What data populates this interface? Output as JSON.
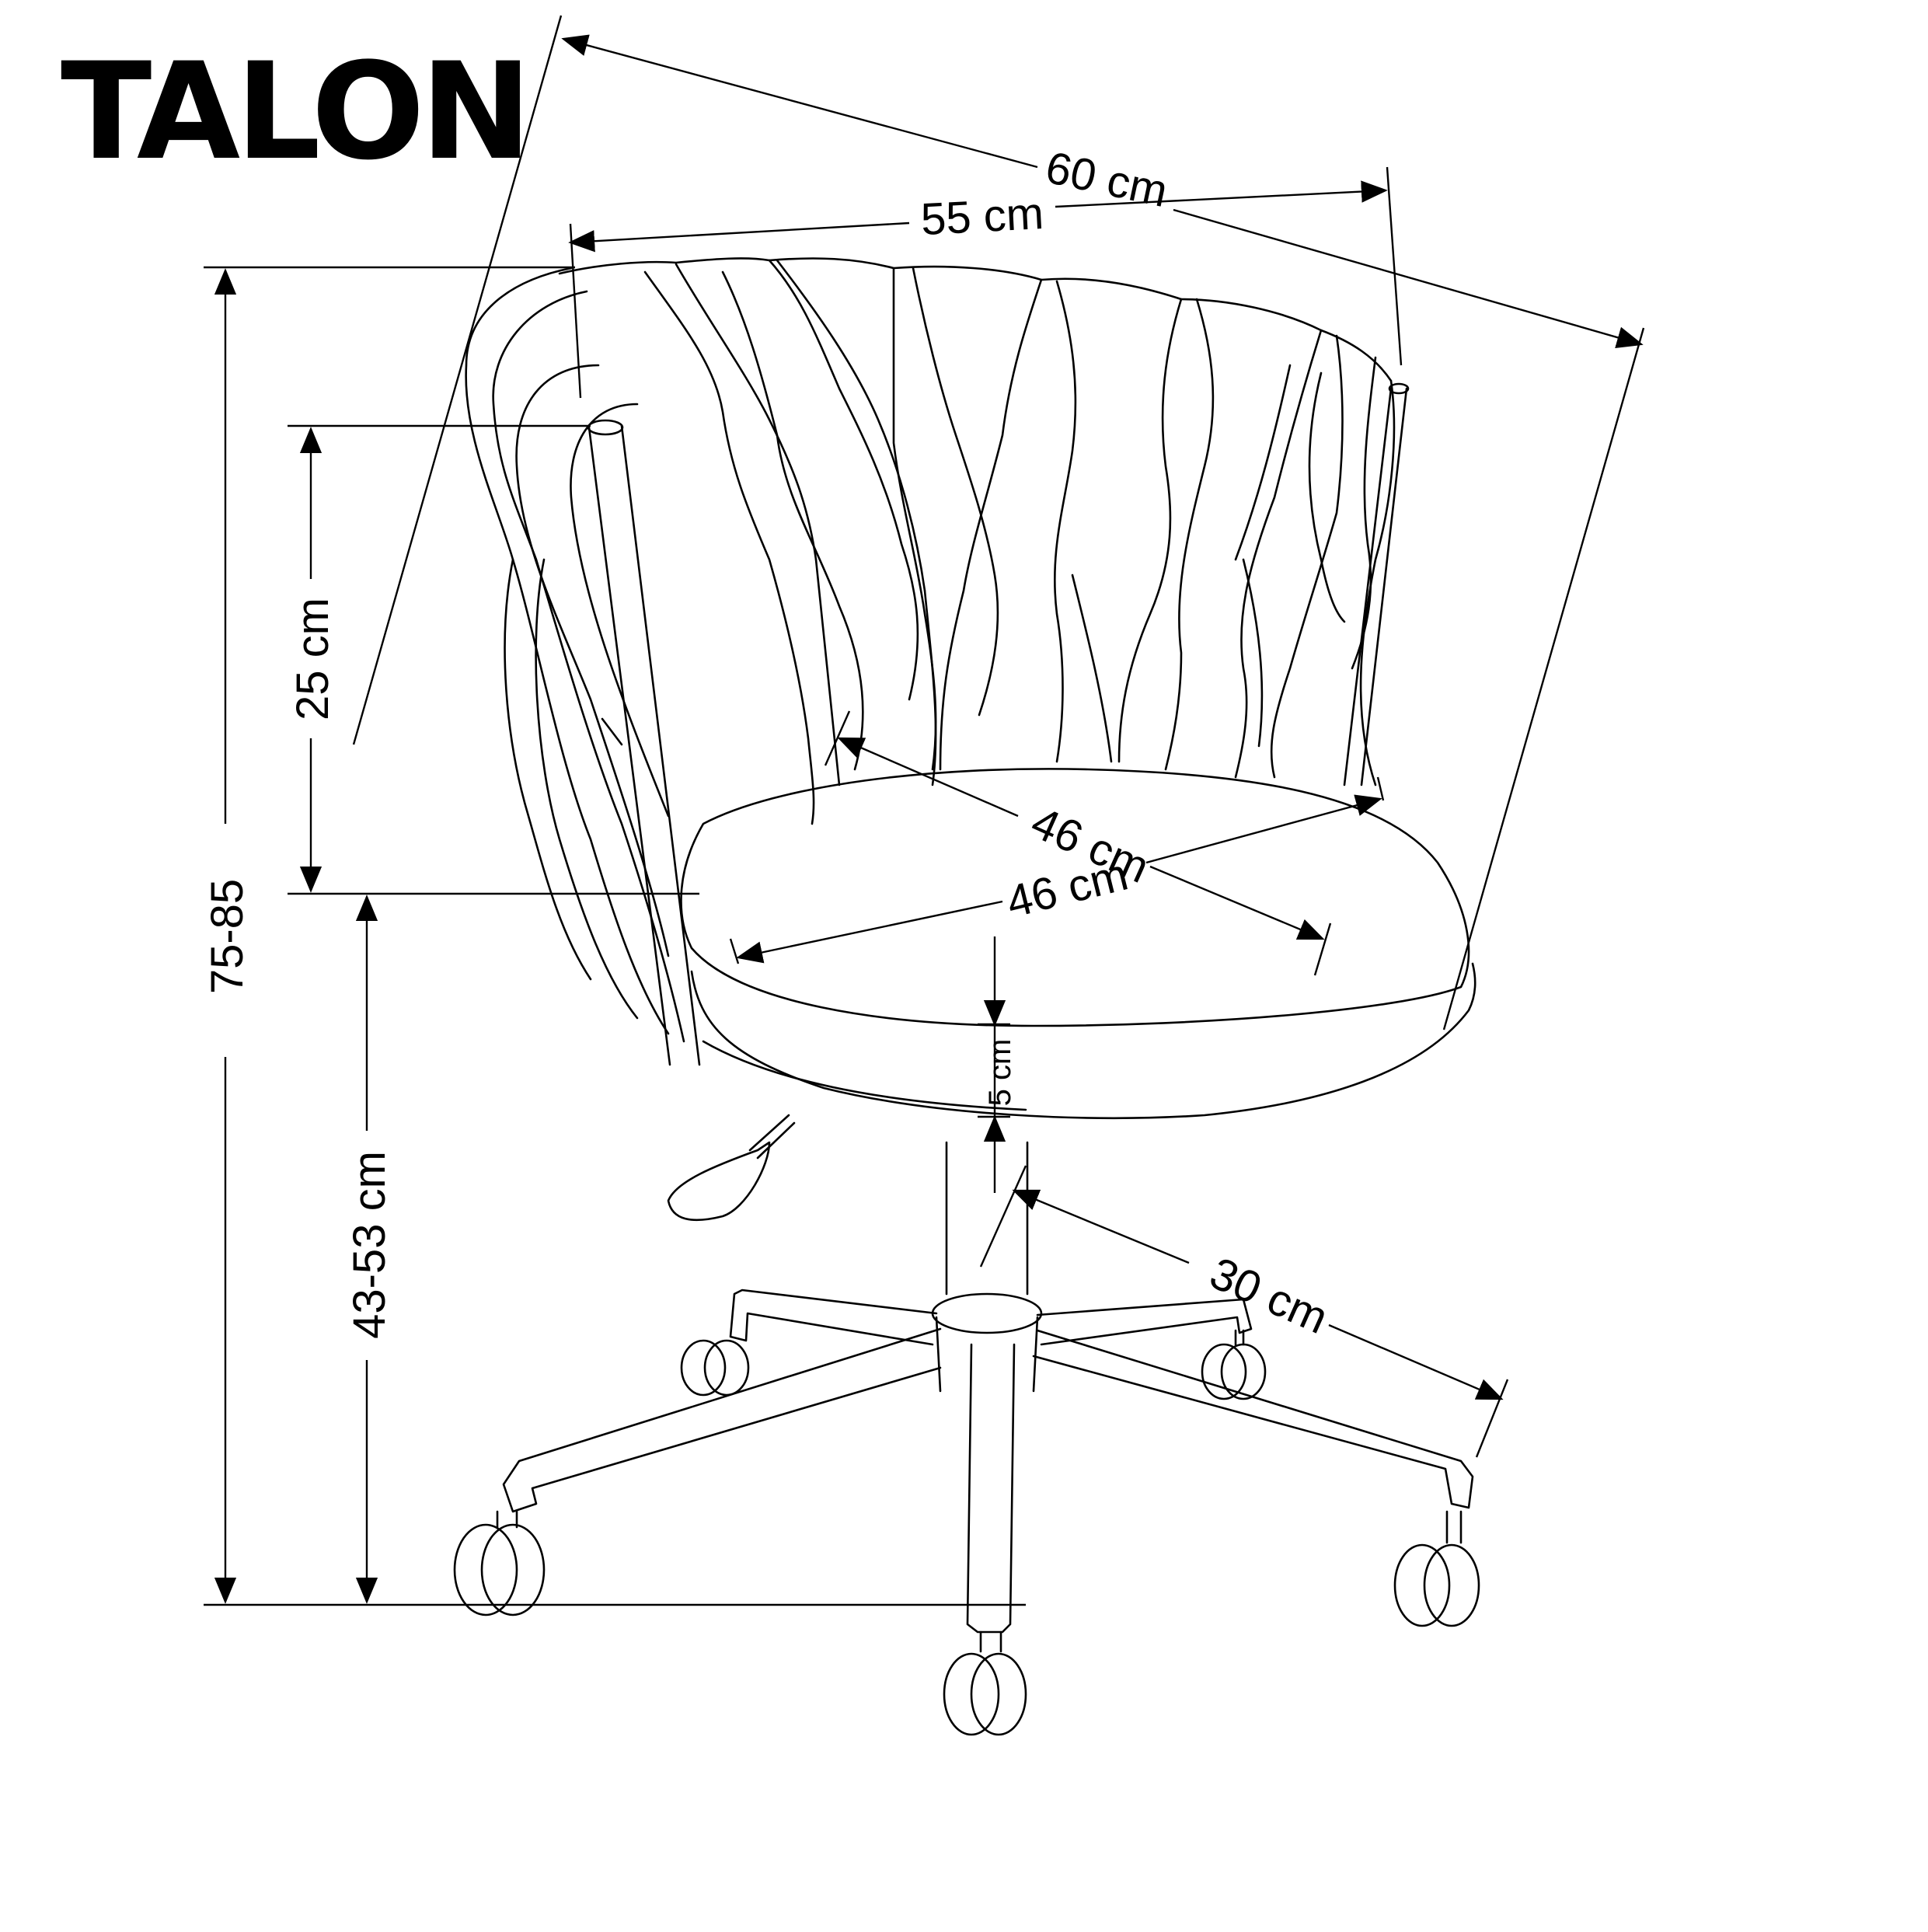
{
  "title": "TALON",
  "dimensions": {
    "overall_depth": "60 cm",
    "overall_width": "55 cm",
    "backrest_height": "25 cm",
    "total_height": "75-85",
    "seat_height": "43-53 cm",
    "seat_depth": "46 cm",
    "seat_width": "46 cm",
    "seat_thickness": "5 cm",
    "base_radius": "30 cm"
  },
  "colors": {
    "line": "#000000",
    "background": "#ffffff"
  }
}
